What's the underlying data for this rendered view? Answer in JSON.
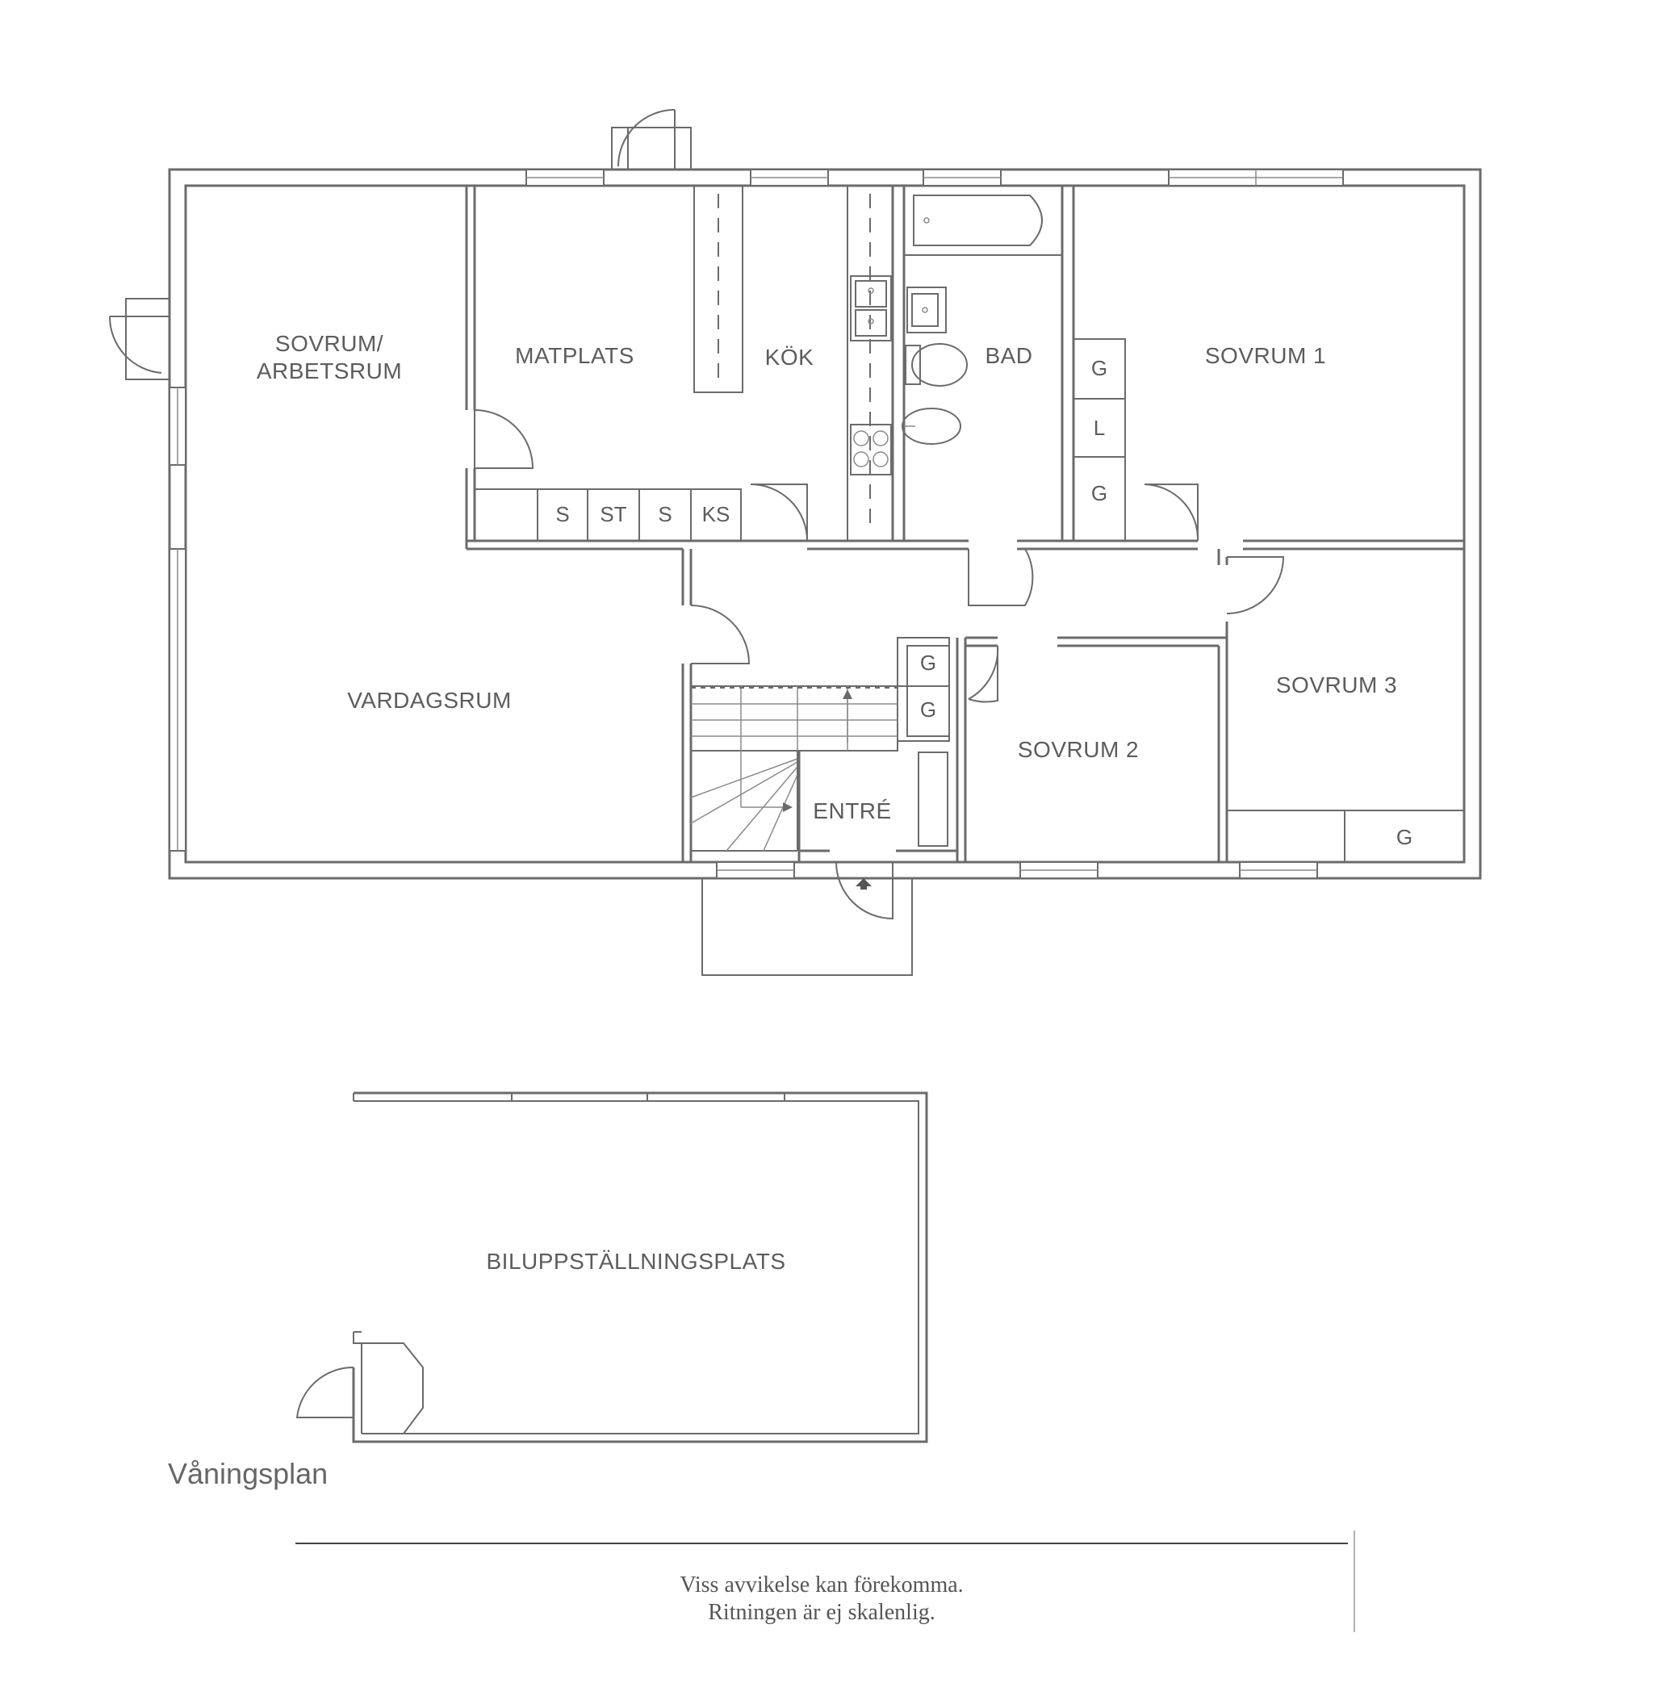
{
  "rooms": {
    "sovrum_arbetsrum_line1": "SOVRUM/",
    "sovrum_arbetsrum_line2": "ARBETSRUM",
    "matplats": "MATPLATS",
    "kok": "KÖK",
    "bad": "BAD",
    "sovrum1": "SOVRUM 1",
    "vardagsrum": "VARDAGSRUM",
    "sovrum2": "SOVRUM 2",
    "sovrum3": "SOVRUM 3",
    "entre": "ENTRÉ",
    "biluppstallningsplats": "BILUPPSTÄLLNINGSPLATS"
  },
  "fixtures": {
    "kitchen_cabinets": [
      "S",
      "ST",
      "S",
      "KS"
    ],
    "sovrum1_closets": [
      "G",
      "L",
      "G"
    ],
    "hall_closets": [
      "G",
      "G"
    ],
    "sovrum3_closet": "G"
  },
  "caption": "Våningsplan",
  "notes": {
    "line1": "Viss avvikelse kan förekomma.",
    "line2": "Ritningen är ej skalenlig."
  }
}
